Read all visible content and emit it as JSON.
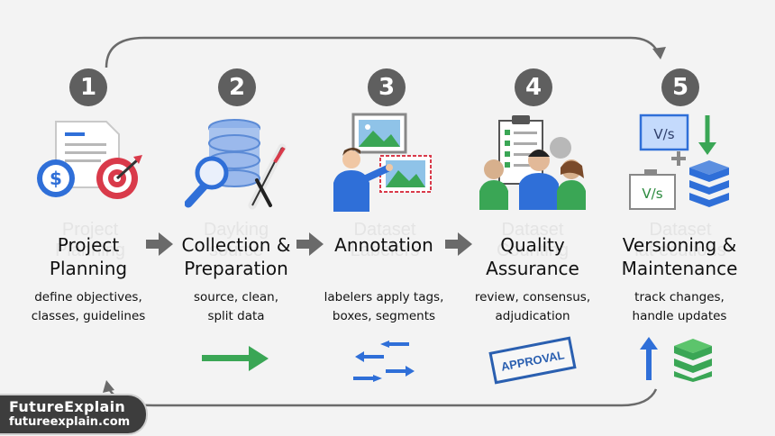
{
  "steps": [
    {
      "number": "1",
      "ghost": [
        "Project",
        "Planning"
      ],
      "title": [
        "Project",
        "Planning"
      ],
      "desc": [
        "define objectives,",
        "classes, guidelines"
      ],
      "icon": "document-target-icon"
    },
    {
      "number": "2",
      "ghost": [
        "Dayking",
        "source"
      ],
      "title": [
        "Collection &",
        "Preparation"
      ],
      "desc": [
        "source, clean,",
        "split data"
      ],
      "icon": "database-search-icon"
    },
    {
      "number": "3",
      "ghost": [
        "Dataset",
        "Labelers"
      ],
      "title": [
        "Annotation",
        ""
      ],
      "desc": [
        "labelers apply tags,",
        "boxes, segments"
      ],
      "icon": "person-image-annotation-icon"
    },
    {
      "number": "4",
      "ghost": [
        "Dataset",
        "Counting"
      ],
      "title": [
        "Quality",
        "Assurance"
      ],
      "desc": [
        "review, consensus,",
        "adjudication"
      ],
      "icon": "checklist-team-icon"
    },
    {
      "number": "5",
      "ghost": [
        "Dataset",
        "lat ecutions"
      ],
      "title": [
        "Versioning &",
        "Maintenance"
      ],
      "desc": [
        "track changes,",
        "handle updates"
      ],
      "icon": "version-stack-icon"
    }
  ],
  "icon_labels": {
    "version_top": "V/s",
    "version_bottom": "V/s"
  },
  "stamp_text": "APPROVAL",
  "brand": {
    "name": "FutureExplain",
    "url": "futureexplain.com"
  },
  "colors": {
    "badge": "#5f5f5f",
    "blue": "#2f6fd8",
    "green": "#3aa655",
    "red": "#d93a4a"
  }
}
